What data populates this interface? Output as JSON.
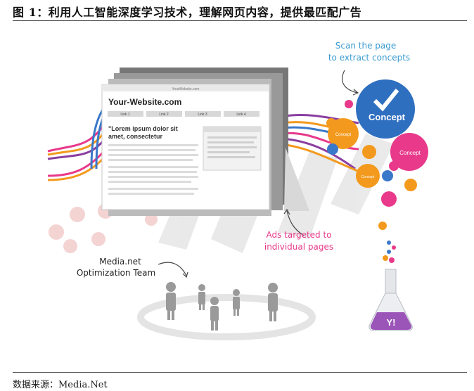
{
  "header": {
    "caption": "图 1：利用人工智能深度学习技术，理解网页内容，提供最匹配广告"
  },
  "footer": {
    "source": "数据来源：Media.Net"
  },
  "diagram": {
    "browser_small_title": "YourWebsite.com",
    "site_title": "Your-Website.com",
    "nav_links": [
      "Link 1",
      "Link 2",
      "Link 3",
      "Link 4"
    ],
    "lorem_line1": "\"Lorem ipsum dolor sit",
    "lorem_line2": "amet, consectetur",
    "scan_line1": "Scan the page",
    "scan_line2": "to extract concepts",
    "ads_line1": "Ads targeted to",
    "ads_line2": "individual pages",
    "team_line1": "Media.net",
    "team_line2": "Optimization Team",
    "concept_big": "Concept",
    "concept_small": "Concept",
    "concept_pink": "Concept",
    "concept_tiny": "Concept",
    "flask_logo": "Y!"
  },
  "colors": {
    "blue": "#3a78c9",
    "orange": "#f39a1e",
    "pink": "#e8398a",
    "purple": "#8a3fa0",
    "caption_text": "#111111"
  }
}
